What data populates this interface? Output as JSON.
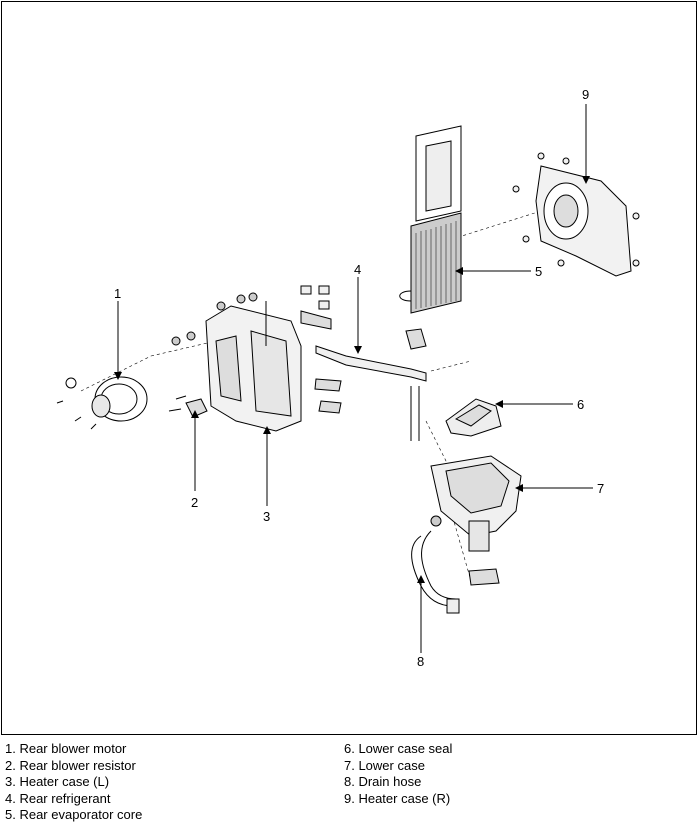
{
  "callouts": [
    "1",
    "2",
    "3",
    "4",
    "5",
    "6",
    "7",
    "8",
    "9"
  ],
  "legend_left": [
    "1. Rear blower motor",
    "2. Rear blower resistor",
    "3. Heater case (L)",
    "4. Rear refrigerant",
    "5. Rear evaporator core"
  ],
  "legend_right": [
    "6. Lower case seal",
    "7. Lower case",
    "8. Drain hose",
    "9. Heater case (R)"
  ]
}
